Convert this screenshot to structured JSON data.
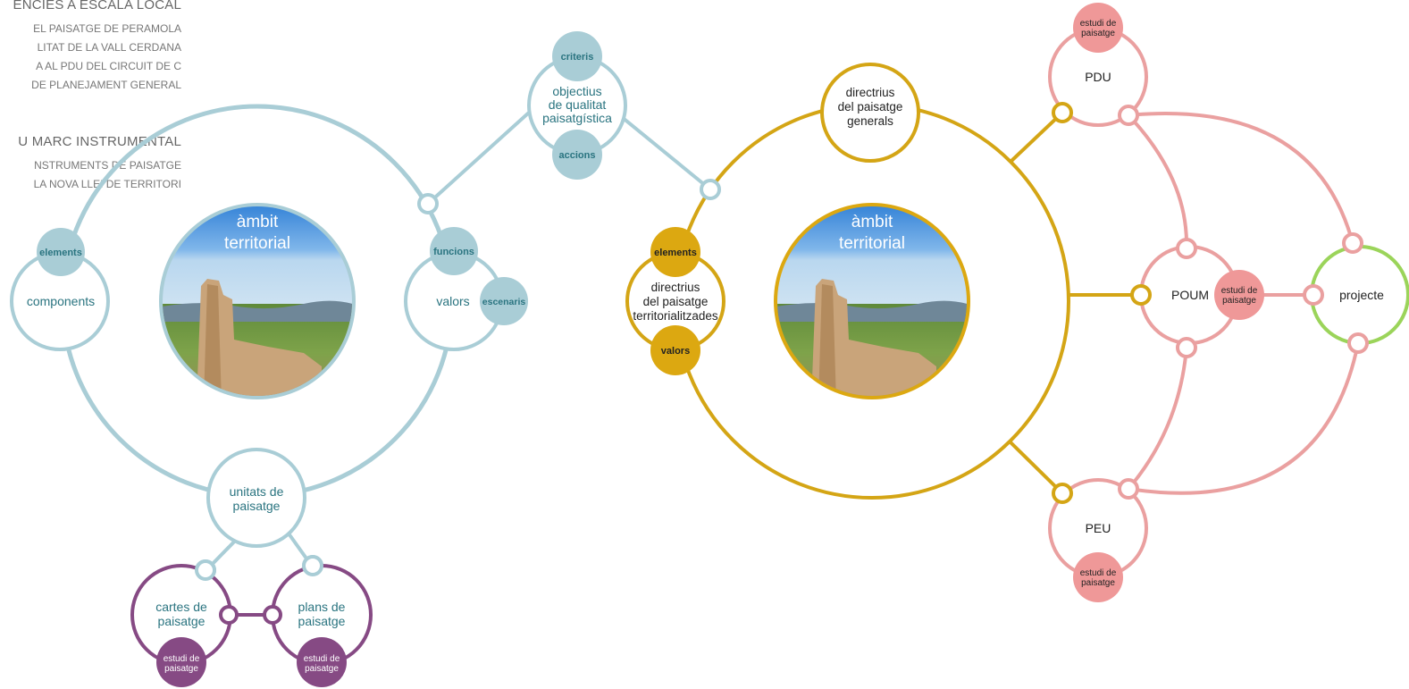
{
  "menu": {
    "heading_local": "ENCIES A ESCALA LOCAL",
    "items_local": [
      "EL PAISATGE DE PERAMOLA",
      "LITAT DE LA VALL CERDANA",
      "A AL PDU DEL CIRCUIT DE C",
      "DE PLANEJAMENT GENERAL"
    ],
    "heading_marc": "U MARC INSTRUMENTAL",
    "items_marc": [
      "NSTRUMENTS DE PAISATGE",
      "LA NOVA LLEI DE TERRITORI"
    ]
  },
  "colors": {
    "light_blue": "#a9cdd6",
    "teal_text": "#2a7480",
    "gold": "#d4a515",
    "gold_fill": "#dca811",
    "pink": "#eaa0a0",
    "pink_fill": "#ef9898",
    "purple": "#864a84",
    "green": "#9bd45a"
  },
  "left": {
    "photo_label": [
      "àmbit",
      "territorial"
    ],
    "components": "components",
    "elements": "elements",
    "valors": "valors",
    "funcions": "funcions",
    "escenaris": "escenaris",
    "unitats": [
      "unitats de",
      "paisatge"
    ],
    "cartes": [
      "cartes de",
      "paisatge"
    ],
    "plans": [
      "plans de",
      "paisatge"
    ],
    "estudi": [
      "estudi de",
      "paisatge"
    ]
  },
  "center": {
    "objectius": [
      "objectius",
      "de qualitat",
      "paisatgística"
    ],
    "criteris": "criteris",
    "accions": "accions"
  },
  "right": {
    "photo_label": [
      "àmbit",
      "territorial"
    ],
    "directrius_generals": [
      "directrius",
      "del paisatge",
      "generals"
    ],
    "directrius_territorials": [
      "directrius",
      "del paisatge",
      "territorialitzades"
    ],
    "elements": "elements",
    "valors": "valors",
    "pdu": "PDU",
    "peu": "PEU",
    "poum": "POUM",
    "projecte": "projecte",
    "estudi": [
      "estudi de",
      "paisatge"
    ]
  }
}
